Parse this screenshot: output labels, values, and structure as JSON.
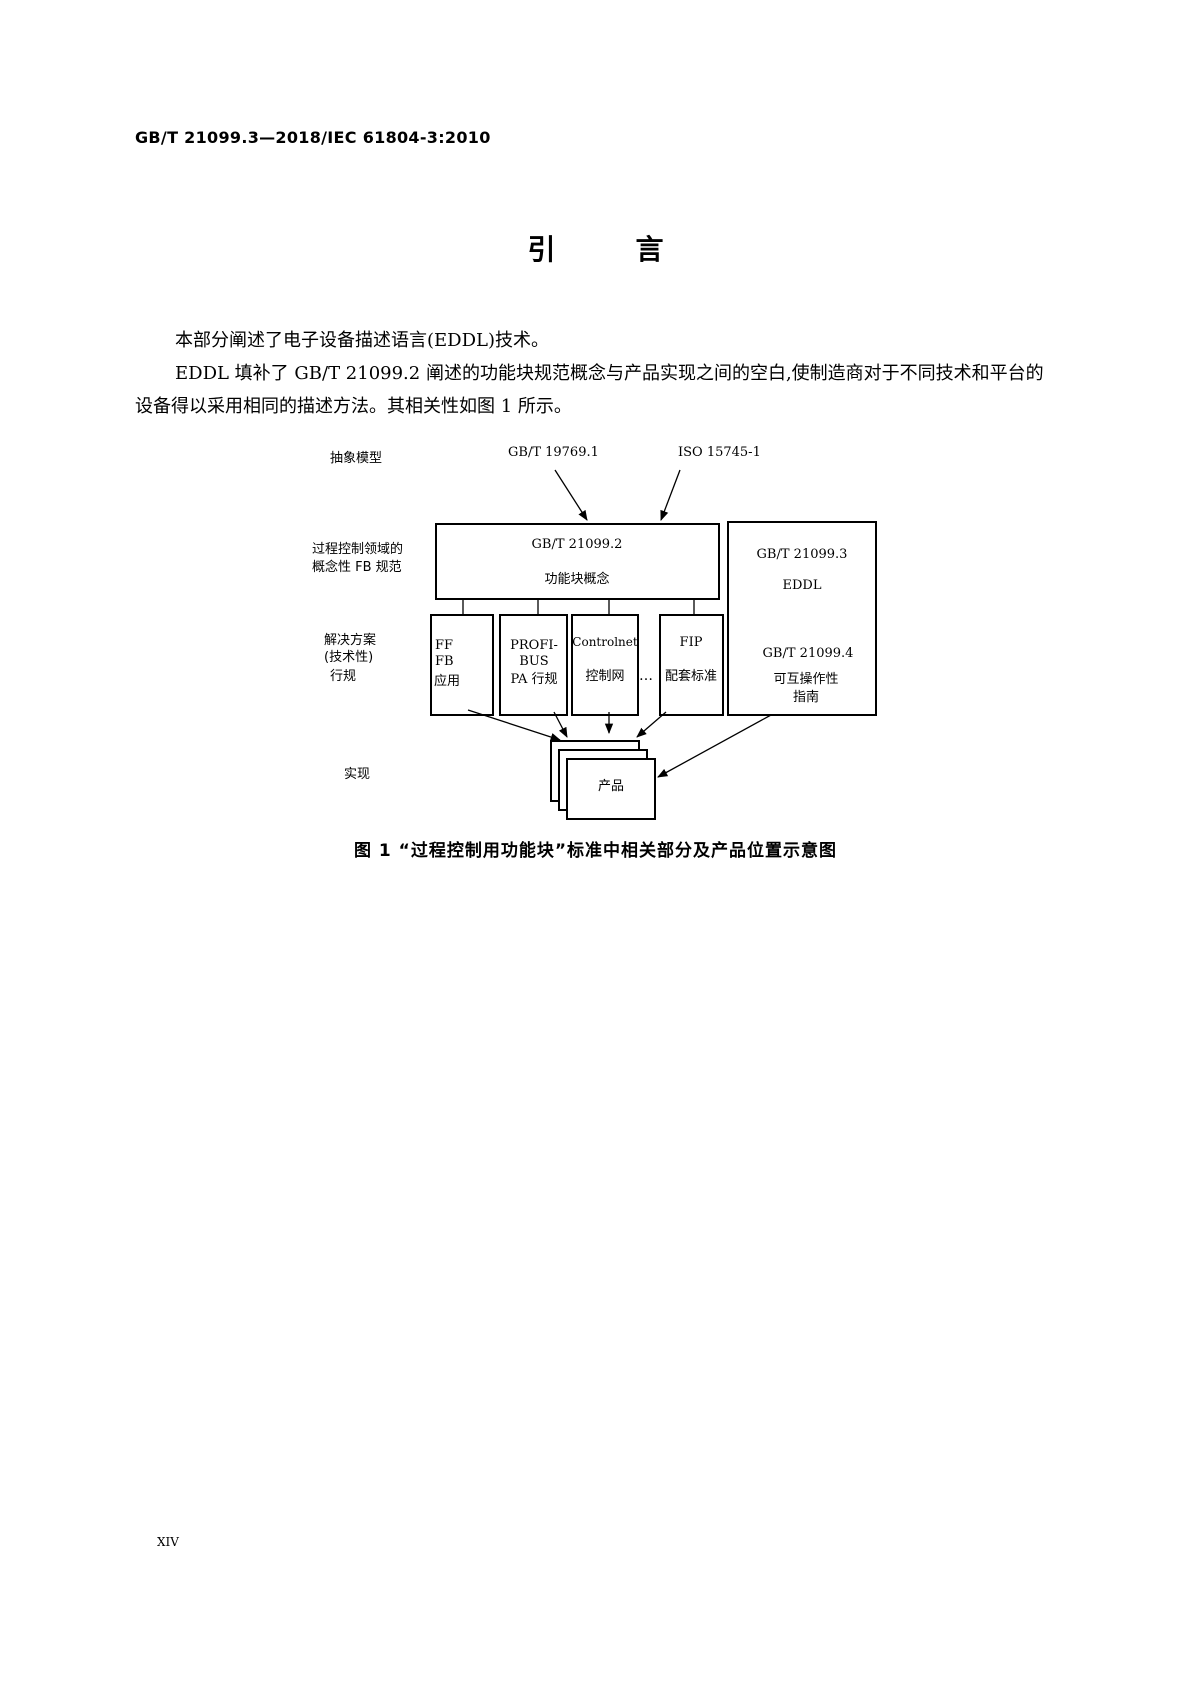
{
  "header": {
    "standard_number": "GB/T 21099.3—2018/IEC 61804-3:2010"
  },
  "section": {
    "title": "引言"
  },
  "paragraphs": [
    "本部分阐述了电子设备描述语言(EDDL)技术。",
    "EDDL 填补了 GB/T 21099.2 阐述的功能块规范概念与产品实现之间的空白,使制造商对于不同技术和平台的设备得以采用相同的描述方法。其相关性如图 1 所示。"
  ],
  "figure": {
    "row_labels": {
      "abstract_model": "抽象模型",
      "fb_spec_line1": "过程控制领域的",
      "fb_spec_line2": "概念性 FB 规范",
      "solution_line1": "解决方案",
      "solution_line2": "(技术性)",
      "solution_line3": "行规",
      "implementation": "实现"
    },
    "sources": {
      "left": "GB/T 19769.1",
      "right": "ISO 15745-1"
    },
    "fb_box": {
      "line1": "GB/T  21099.2",
      "line2": "功能块概念"
    },
    "eddl_box": {
      "line1": "GB/T  21099.3",
      "line2": "EDDL",
      "line3": "GB/T  21099.4",
      "line4": "可互操作性",
      "line5": "指南"
    },
    "profiles": [
      {
        "line1": "FF",
        "line2": "FB",
        "line3": "应用"
      },
      {
        "line1": "PROFI-",
        "line2": "BUS",
        "line3": "PA 行规"
      },
      {
        "line1": "Controlnet",
        "line2": "控制网"
      },
      {
        "line1": "FIP",
        "line2": "配套标准"
      }
    ],
    "ellipsis": "…",
    "product": "产品"
  },
  "caption": "图 1 “过程控制用功能块”标准中相关部分及产品位置示意图",
  "page_number": "XIV"
}
